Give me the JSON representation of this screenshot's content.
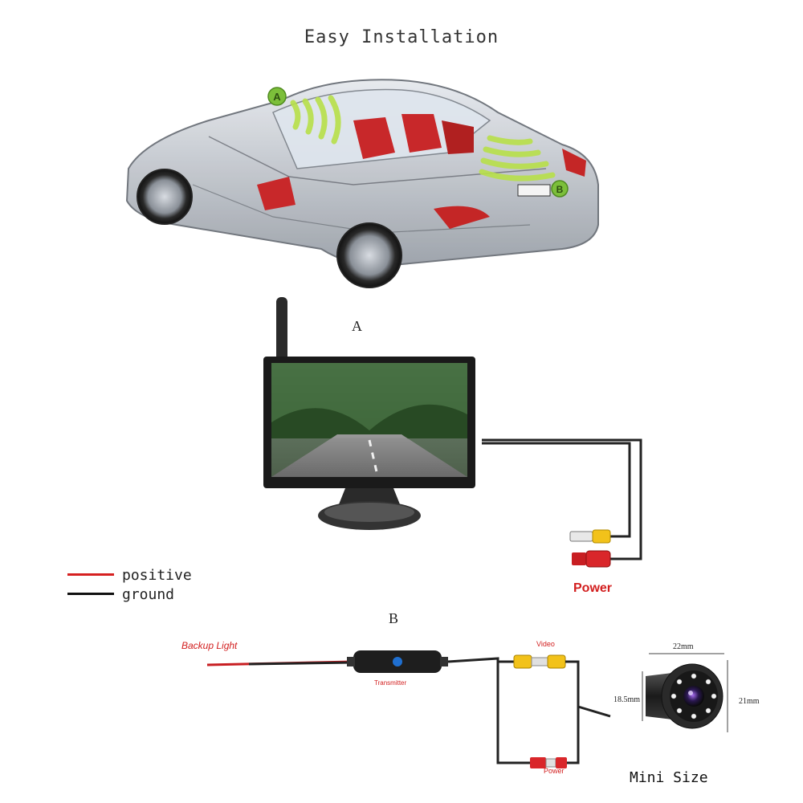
{
  "title": "Easy Installation",
  "labels": {
    "a": "A",
    "b": "B",
    "car_marker_a": "A",
    "car_marker_b": "B"
  },
  "legend": {
    "positive": "positive",
    "ground": "ground",
    "positive_color": "#d62020",
    "ground_color": "#111111"
  },
  "section_a": {
    "power_label": "Power"
  },
  "section_b": {
    "backup_light_label": "Backup Light",
    "transmitter_label": "Transmitter",
    "video_label": "Video",
    "power_label": "Power"
  },
  "camera": {
    "width_label": "22mm",
    "lens_label": "18.5mm",
    "height_label": "21mm",
    "caption": "Mini Size"
  },
  "colors": {
    "signal_wave": "#b8e04a",
    "car_body": "#c8ccd2",
    "seat_red": "#c8282a",
    "rca_yellow": "#f2c21a",
    "rca_red": "#d9262a"
  }
}
